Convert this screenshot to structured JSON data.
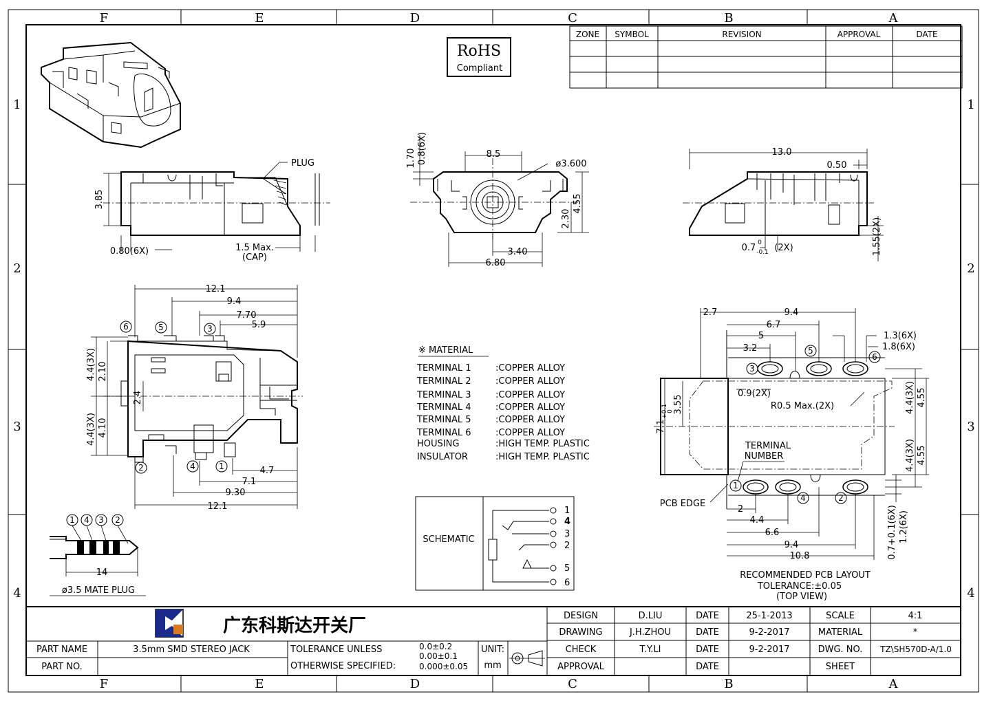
{
  "border": {
    "columns": [
      "F",
      "E",
      "D",
      "C",
      "B",
      "A"
    ],
    "rows": [
      "1",
      "2",
      "3",
      "4"
    ]
  },
  "revision_table": {
    "headers": [
      "ZONE",
      "SYMBOL",
      "REVISION",
      "APPROVAL",
      "DATE"
    ]
  },
  "rohs": {
    "line1": "RoHS",
    "line2": "Compliant"
  },
  "side_view": {
    "plug": "PLUG",
    "h385": "3.85",
    "w080": "0.80(6X)",
    "cap1": "1.5 Max.",
    "cap2": "(CAP)"
  },
  "front_view": {
    "d170": "1.70",
    "d08": "0.8(6X)",
    "w85": "8.5",
    "dia": "ø3.600",
    "h230": "2.30",
    "h455": "4.55",
    "w340": "3.40",
    "w680": "6.80"
  },
  "right_view": {
    "w130": "13.0",
    "w050": "0.50",
    "w07": "0.7",
    "w07tol": "0",
    "w07tol2": "-0.1",
    "w07x": "(2X)",
    "h155": "1.55(2X)"
  },
  "top_view": {
    "w121": "12.1",
    "w94": "9.4",
    "w770": "7.70",
    "w59": "5.9",
    "h44a": "4.4(3X)",
    "h210": "2.10",
    "h24": "2.4",
    "h44b": "4.4(3X)",
    "h410": "4.10",
    "w47": "4.7",
    "w71": "7.1",
    "w930": "9.30",
    "w121b": "12.1",
    "pins_top": [
      "6",
      "5",
      "3"
    ],
    "pins_bottom": [
      "2",
      "4",
      "1"
    ]
  },
  "material": {
    "title": "※ MATERIAL",
    "rows": [
      {
        "name": "TERMINAL 1",
        "value": ":COPPER ALLOY"
      },
      {
        "name": "TERMINAL 2",
        "value": ":COPPER ALLOY"
      },
      {
        "name": "TERMINAL 3",
        "value": ":COPPER ALLOY"
      },
      {
        "name": "TERMINAL 4",
        "value": ":COPPER ALLOY"
      },
      {
        "name": "TERMINAL 5",
        "value": ":COPPER ALLOY"
      },
      {
        "name": "TERMINAL 6",
        "value": ":COPPER ALLOY"
      },
      {
        "name": "HOUSING",
        "value": ":HIGH TEMP. PLASTIC"
      },
      {
        "name": "INSULATOR",
        "value": ":HIGH TEMP. PLASTIC"
      }
    ]
  },
  "schematic": {
    "label": "SCHEMATIC",
    "pins": [
      "1",
      "4",
      "3",
      "2",
      "5",
      "6"
    ]
  },
  "plug": {
    "pins": [
      "1",
      "4",
      "3",
      "2"
    ],
    "length": "14",
    "caption": "ø3.5 MATE PLUG"
  },
  "pcb": {
    "w27": "2.7",
    "w94": "9.4",
    "w67": "6.7",
    "w5": "5",
    "w32": "3.2",
    "w13": "1.3(6X)",
    "w18": "1.8(6X)",
    "h355": "3.55",
    "h71": "7.1",
    "h71tol": "+0.1",
    "h71tol2": "0",
    "w09": "0.9(2X)",
    "r05": "R0.5 Max.(2X)",
    "h44a": "4.4(3X)",
    "h455a": "4.55",
    "h44b": "4.4(3X)",
    "h455b": "4.55",
    "term1": "TERMINAL",
    "term2": "NUMBER",
    "edge": "PCB EDGE",
    "w2": "2",
    "w44": "4.4",
    "w66": "6.6",
    "w94b": "9.4",
    "w108": "10.8",
    "h07": "0.7+0.1(6X)",
    "h12": "1.2(6X)",
    "pins_top": [
      "3",
      "5",
      "6"
    ],
    "pins_bottom": [
      "1",
      "4",
      "2"
    ],
    "caption1": "RECOMMENDED PCB LAYOUT",
    "caption2": "TOLERANCE:±0.05",
    "caption3": "(TOP VIEW)"
  },
  "title_block": {
    "company": "广东科斯达开关厂",
    "part_name_label": "PART NAME",
    "part_name": "3.5mm SMD STEREO JACK",
    "part_no_label": "PART NO.",
    "tol1": "TOLERANCE UNLESS",
    "tol2": "OTHERWISE SPECIFIED:",
    "tol_v1": "0.0±0.2",
    "tol_v2": "0.00±0.1",
    "tol_v3": "0.000±0.05",
    "unit_label": "UNIT:",
    "unit": "mm",
    "design_label": "DESIGN",
    "design": "D.LIU",
    "drawing_label": "DRAWING",
    "drawing": "J.H.ZHOU",
    "check_label": "CHECK",
    "check": "T.Y.LI",
    "approval_label": "APPROVAL",
    "date_label": "DATE",
    "date1": "25-1-2013",
    "date2": "9-2-2017",
    "date3": "9-2-2017",
    "scale_label": "SCALE",
    "scale": "4:1",
    "material_label": "MATERIAL",
    "material": "*",
    "dwg_label": "DWG. NO.",
    "dwg": "TZ\\SH570D-A/1.0",
    "sheet_label": "SHEET"
  }
}
